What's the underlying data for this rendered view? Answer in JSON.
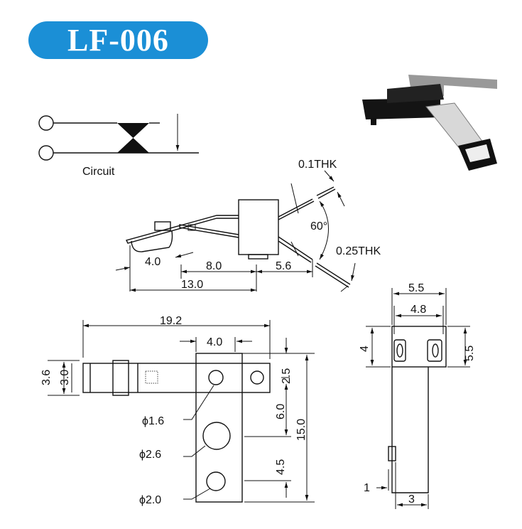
{
  "title": "LF-006",
  "circuit": {
    "label": "Circuit"
  },
  "side_view": {
    "thk_top": "0.1THK",
    "thk_bottom": "0.25THK",
    "angle": "60°",
    "dim_a": "4.0",
    "dim_b": "8.0",
    "dim_c": "5.6",
    "dim_d": "13.0"
  },
  "front_view": {
    "width_total": "19.2",
    "plate_width": "4.0",
    "strip_outer": "3.6",
    "strip_inner": "3.0",
    "top_offset": "2.5",
    "hole_spacing_1": "6.0",
    "height_total": "15.0",
    "hole_spacing_2": "4.5",
    "hole_small": "ϕ1.6",
    "hole_large": "ϕ2.6",
    "hole_mid": "ϕ2.0"
  },
  "end_view": {
    "width_outer": "5.5",
    "width_inner": "4.8",
    "block_height": "4",
    "height_right": "5.5",
    "tab_offset": "1",
    "stem_width": "3"
  }
}
